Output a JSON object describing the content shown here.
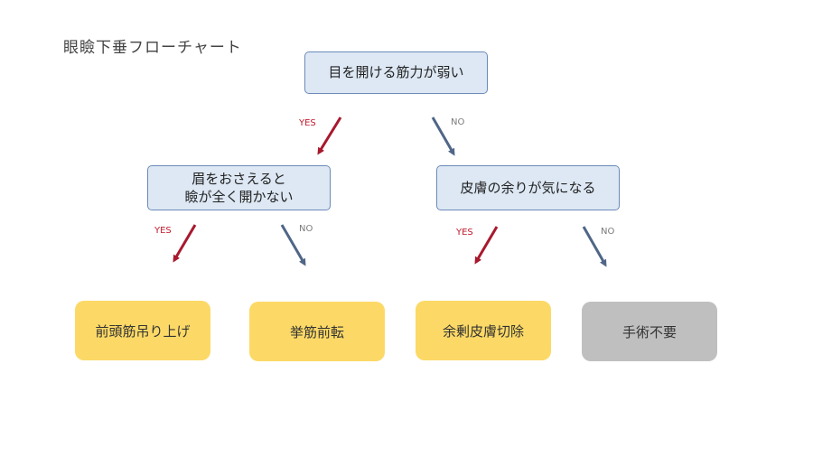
{
  "title": "眼瞼下垂フローチャート",
  "questions": {
    "root": "目を開ける筋力が弱い",
    "left": "眉をおさえると\n瞼が全く開かない",
    "right": "皮膚の余りが気になる"
  },
  "edges": {
    "yes": "YES",
    "no": "NO"
  },
  "results": [
    {
      "label": "前頭筋吊り上げ",
      "color": "#fcd966"
    },
    {
      "label": "挙筋前転",
      "color": "#fcd966"
    },
    {
      "label": "余剰皮膚切除",
      "color": "#fcd966"
    },
    {
      "label": "手術不要",
      "color": "#bfbfbf"
    }
  ],
  "colors": {
    "yes_arrow": "#a8192e",
    "no_arrow": "#4f6687",
    "question_fill": "#dde8f4",
    "question_border": "#6c8ab8"
  }
}
